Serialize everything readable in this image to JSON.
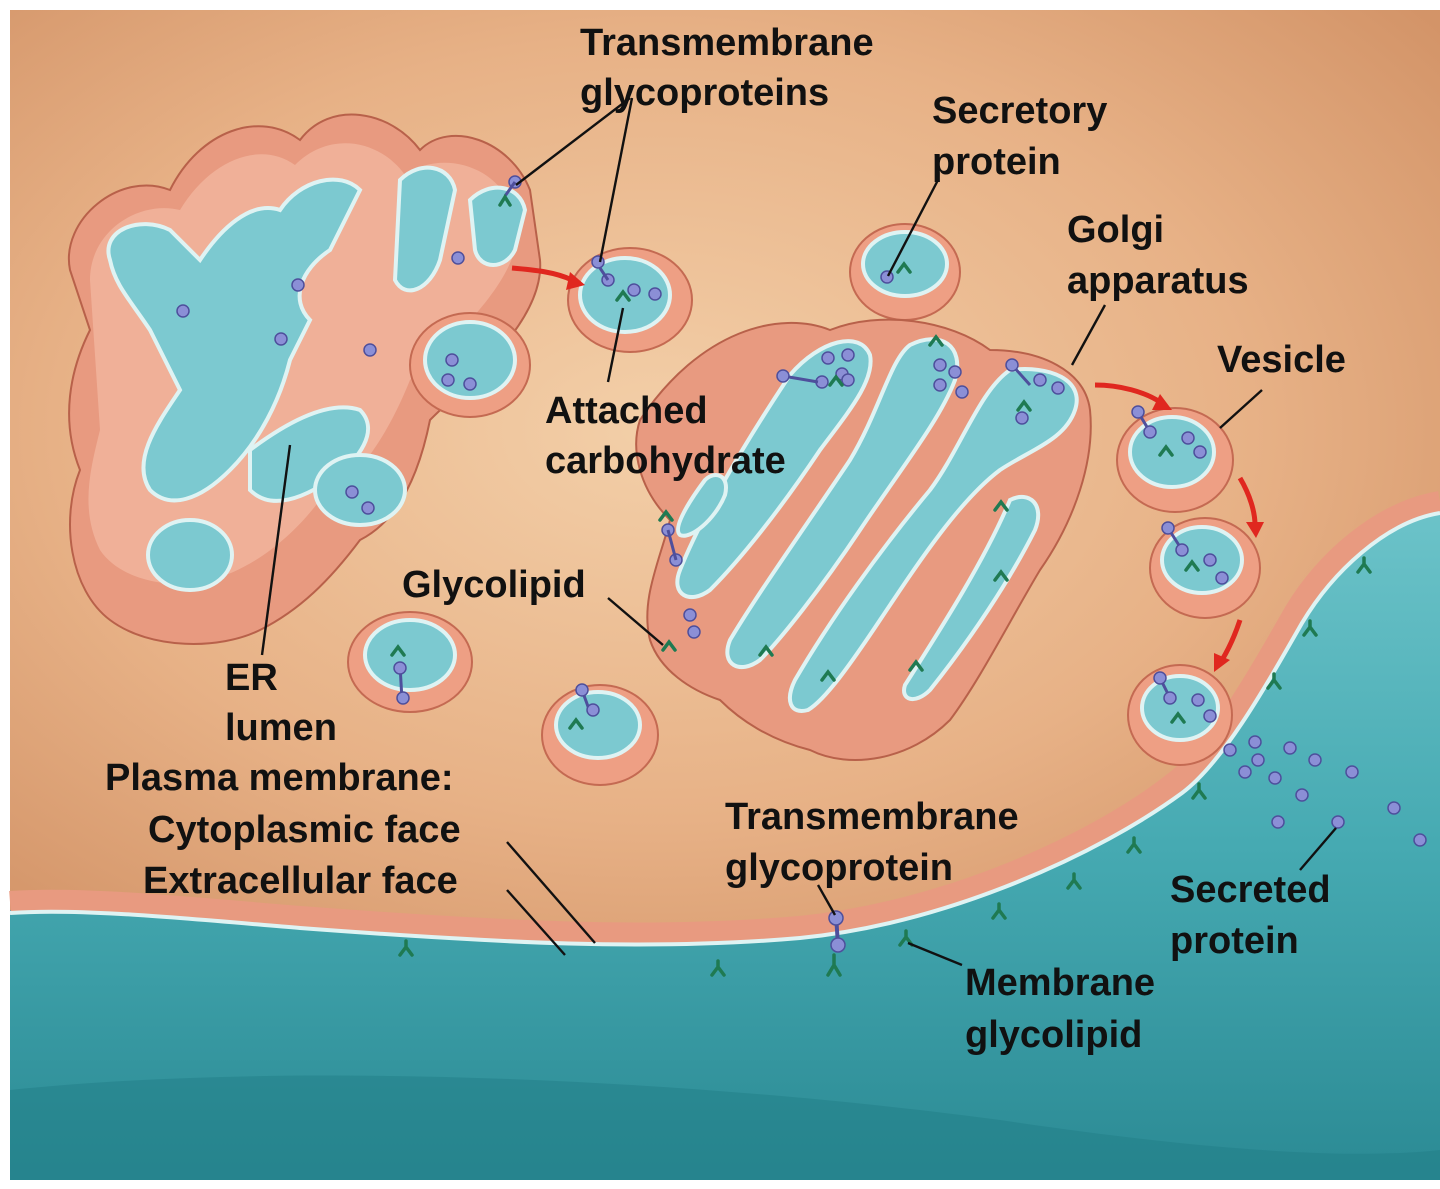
{
  "labels": {
    "transmembrane_glycoproteins": [
      "Transmembrane",
      "glycoproteins"
    ],
    "secretory_protein": [
      "Secretory",
      "protein"
    ],
    "golgi_apparatus": [
      "Golgi",
      "apparatus"
    ],
    "vesicle": "Vesicle",
    "attached_carbohydrate": [
      "Attached",
      "carbohydrate"
    ],
    "glycolipid": "Glycolipid",
    "er_lumen": [
      "ER",
      "lumen"
    ],
    "plasma_membrane": "Plasma membrane:",
    "cytoplasmic_face": "Cytoplasmic face",
    "extracellular_face": "Extracellular face",
    "transmembrane_glycoprotein": [
      "Transmembrane",
      "glycoprotein"
    ],
    "secreted_protein": [
      "Secreted",
      "protein"
    ],
    "membrane_glycolipid": [
      "Membrane",
      "glycolipid"
    ]
  },
  "colors": {
    "cytoplasm": "#eebb93",
    "extracellular": "#3fa3ab",
    "membrane": "#e89a80",
    "lumen": "#7cc9d0",
    "protein": "#8b8fd6",
    "carbohydrate": "#1f7a52",
    "arrow": "#e0271f"
  }
}
